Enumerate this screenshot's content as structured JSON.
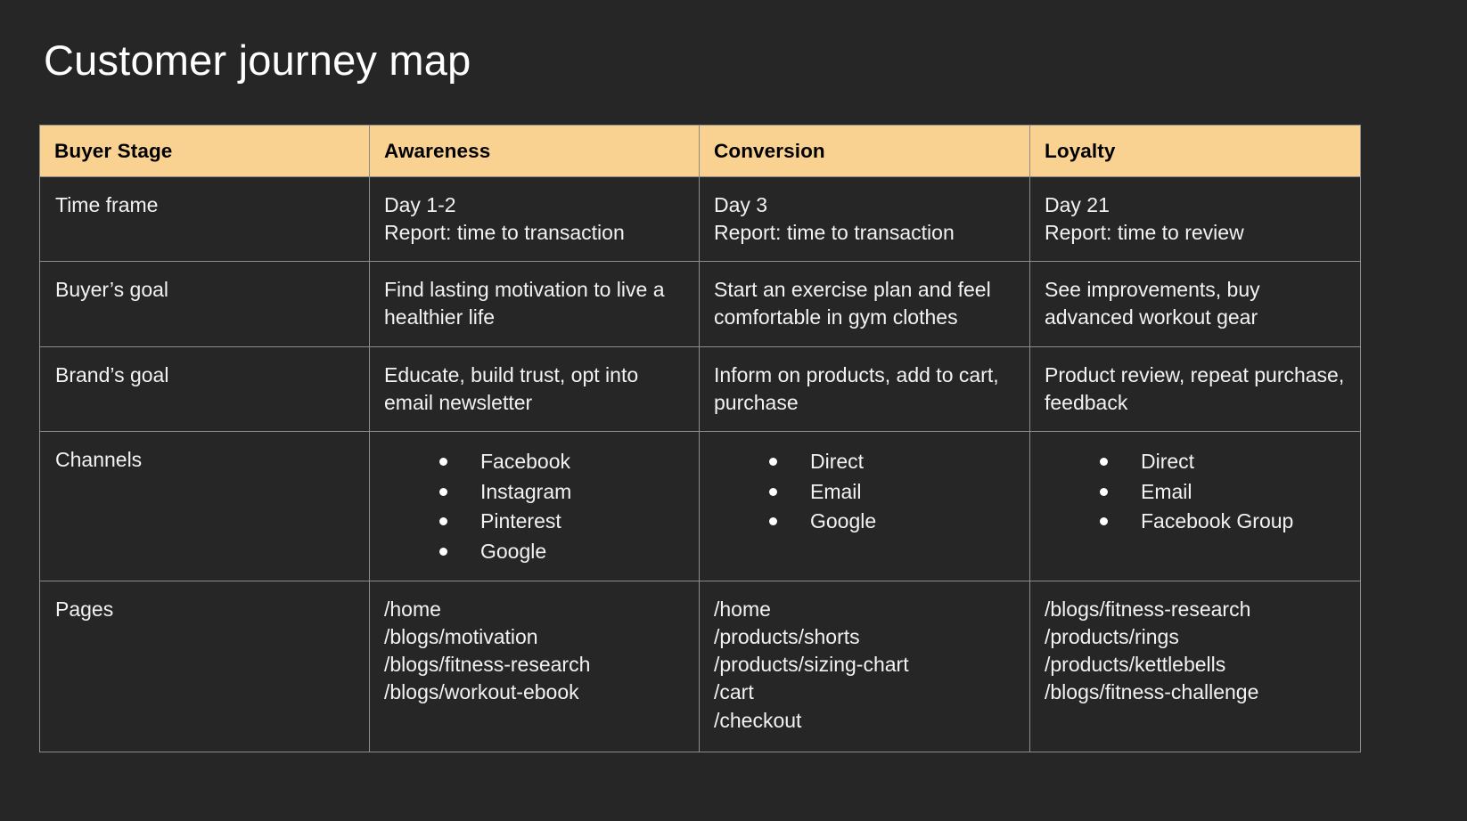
{
  "title": "Customer journey map",
  "colors": {
    "background": "#262626",
    "header_fill": "#f9d291",
    "header_text": "#000000",
    "body_text": "#f2f2f2",
    "border": "#8c8c8c"
  },
  "table": {
    "headers": [
      "Buyer Stage",
      "Awareness",
      "Conversion",
      "Loyalty"
    ],
    "rows": [
      {
        "label": "Time frame",
        "awareness": {
          "lines": [
            "Day 1-2",
            "Report: time to transaction"
          ]
        },
        "conversion": {
          "lines": [
            "Day 3",
            "Report: time to transaction"
          ]
        },
        "loyalty": {
          "lines": [
            "Day 21",
            "Report: time to review"
          ]
        }
      },
      {
        "label": "Buyer’s goal",
        "awareness": {
          "text": "Find lasting motivation to live a healthier life"
        },
        "conversion": {
          "text": "Start an exercise plan and feel comfortable in gym clothes"
        },
        "loyalty": {
          "text": "See improvements, buy advanced workout gear"
        }
      },
      {
        "label": "Brand’s goal",
        "awareness": {
          "text": "Educate, build trust, opt into email newsletter"
        },
        "conversion": {
          "text": "Inform on products, add to cart, purchase"
        },
        "loyalty": {
          "text": "Product review, repeat purchase, feedback"
        }
      },
      {
        "label": "Channels",
        "awareness": {
          "bullets": [
            "Facebook",
            "Instagram",
            "Pinterest",
            "Google"
          ]
        },
        "conversion": {
          "bullets": [
            "Direct",
            "Email",
            "Google"
          ]
        },
        "loyalty": {
          "bullets": [
            "Direct",
            "Email",
            "Facebook Group"
          ]
        }
      },
      {
        "label": "Pages",
        "awareness": {
          "paths": [
            "/home",
            "/blogs/motivation",
            "/blogs/fitness-research",
            "/blogs/workout-ebook"
          ]
        },
        "conversion": {
          "paths": [
            "/home",
            "/products/shorts",
            "/products/sizing-chart",
            "/cart",
            "/checkout"
          ]
        },
        "loyalty": {
          "paths": [
            "/blogs/fitness-research",
            "/products/rings",
            "/products/kettlebells",
            "/blogs/fitness-challenge"
          ]
        }
      }
    ]
  }
}
